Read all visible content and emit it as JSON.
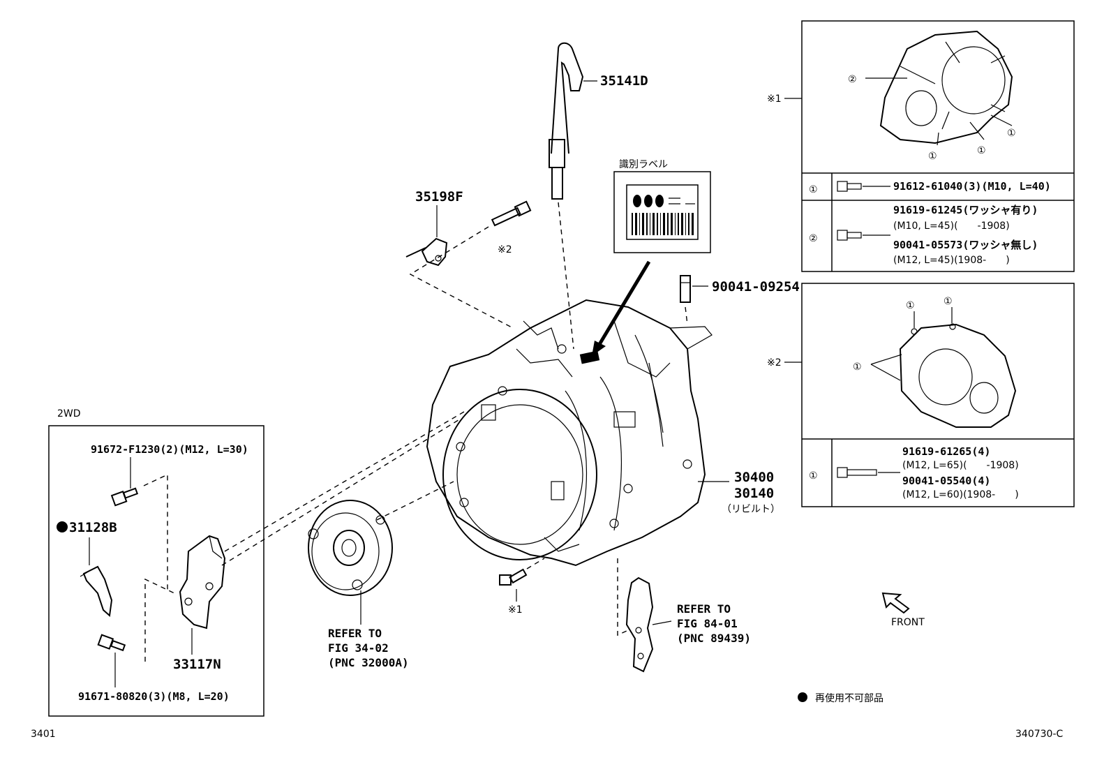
{
  "diagram": {
    "part_labels": {
      "p35141D": "35141D",
      "p35198F": "35198F",
      "p90041_09254": "90041-09254",
      "p30400": "30400",
      "p30140": "30140",
      "rebuilt": "（リビルト）",
      "p31128B": "31128B",
      "p33117N": "33117N",
      "p91672": "91672-F1230(2)(M12, L=30)",
      "p91671": "91671-80820(3)(M8, L=20)"
    },
    "marks": {
      "k2_near_bolt": "※2",
      "k1_near_bolt": "※1",
      "box1_mark": "※1",
      "box2_mark": "※2"
    },
    "id_label_title": "識別ラベル",
    "refs": {
      "torque_converter": [
        "REFER TO",
        "FIG 34-02",
        "(PNC 32000A)"
      ],
      "bracket": [
        "REFER TO",
        "FIG 84-01",
        "(PNC 89439)"
      ]
    },
    "section_2wd": "2WD",
    "box1": {
      "callouts": [
        "②",
        "①",
        "①",
        "①"
      ],
      "row1": {
        "num": "①",
        "part": "91612-61040(3)(M10, L=40)"
      },
      "row2": {
        "num": "②",
        "part_a": "91619-61245(ワッシャ有り)",
        "spec_a": "(M10, L=45)(　　-1908)",
        "part_b": "90041-05573(ワッシャ無し)",
        "spec_b": "(M12, L=45)(1908-　　)"
      }
    },
    "box2": {
      "callouts": [
        "①",
        "①",
        "①"
      ],
      "row1": {
        "num": "①",
        "part_a": "91619-61265(4)",
        "spec_a": "(M12, L=65)(　　-1908)",
        "part_b": "90041-05540(4)",
        "spec_b": "(M12, L=60)(1908-　　)"
      }
    },
    "front_label": "FRONT",
    "legend": "再使用不可部品",
    "footer_left": "3401",
    "footer_right": "340730-C"
  }
}
